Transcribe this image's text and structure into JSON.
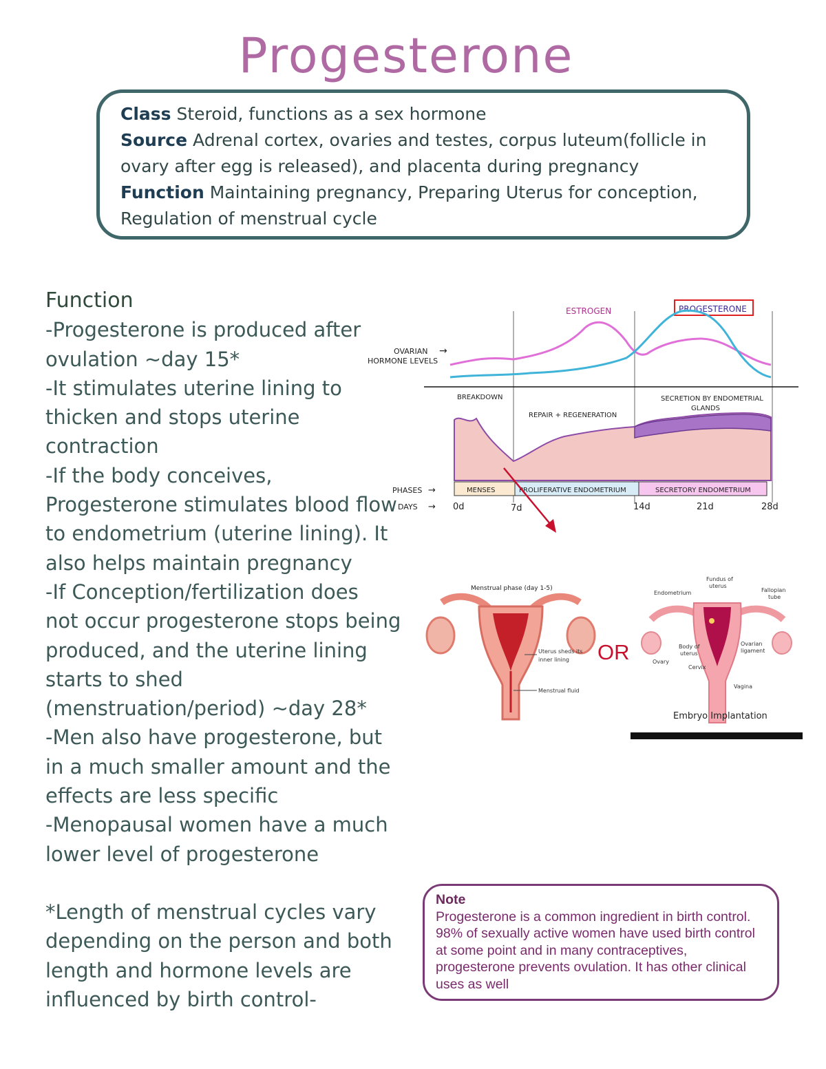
{
  "title": "Progesterone",
  "info": {
    "class_label": "Class",
    "class_text": " Steroid, functions as a sex hormone",
    "source_label": "Source",
    "source_text": " Adrenal cortex, ovaries and testes, corpus luteum(follicle in",
    "source_text2": "ovary after egg is released), and placenta during pregnancy",
    "function_label": "Function",
    "function_text": "  Maintaining pregnancy, Preparing Uterus for conception,",
    "function_text2": "Regulation of menstrual cycle"
  },
  "body": {
    "heading": "Function",
    "lines": [
      "-Progesterone is produced after",
      "ovulation ~day 15*",
      "-It stimulates uterine lining to",
      "thicken and stops uterine",
      "contraction",
      "-If the body conceives,",
      "Progesterone stimulates blood flow",
      "to endometrium (uterine lining). It",
      "also helps maintain pregnancy",
      "-If Conception/fertilization does",
      "not occur progesterone stops being",
      "produced, and the uterine lining",
      "starts to shed",
      "(menstruation/period) ~day 28*",
      "-Men also have progesterone, but",
      "in a much smaller amount and the",
      "effects are less specific",
      "-Menopausal women have a much",
      "lower level of progesterone"
    ],
    "footnote": [
      "*Length of menstrual cycles vary",
      "depending on the person and both",
      "length and hormone levels are",
      "influenced by birth control-"
    ]
  },
  "diagram": {
    "estrogen": "ESTROGEN",
    "progesterone": "PROGESTERONE",
    "ovarian": "OVARIAN",
    "hormone_levels": "HORMONE LEVELS",
    "breakdown": "BREAKDOWN",
    "repair": "REPAIR + REGENERATION",
    "secretion": "SECRETION BY ENDOMETRIAL",
    "glands": "GLANDS",
    "phases": "PHASES",
    "days": "DAYS",
    "menses": "MENSES",
    "proliferative": "PROLIFERATIVE ENDOMETRIUM",
    "secretory": "SECRETORY ENDOMETRIUM",
    "d0": "0d",
    "d7": "7d",
    "d14": "14d",
    "d21": "21d",
    "d28": "28d"
  },
  "uterus_left": {
    "title": "Menstrual phase (day 1-5)",
    "shed": "Uterus sheds its",
    "shed2": "inner lining",
    "fluid": "Menstrual fluid"
  },
  "or": "OR",
  "uterus_right": {
    "fundus": "Fundus of",
    "fundus2": "uterus",
    "endometrium": "Endometrium",
    "tube": "Fallopian",
    "tube2": "tube",
    "body": "Body of",
    "body2": "uterus",
    "ovary": "Ovary",
    "ligament": "Ovarian",
    "ligament2": "ligament",
    "cervix": "Cervix",
    "vagina": "Vagina",
    "caption": "Embryo Implantation"
  },
  "note": {
    "title": "Note",
    "text": "Progesterone is a common ingredient in birth control. 98% of sexually active women have used birth control at some point and in many contraceptives, progesterone prevents ovulation. It has other clinical uses as well"
  },
  "colors": {
    "title": "#b06aa3",
    "box_border": "#3f6668",
    "estrogen": "#e070d8",
    "progesterone": "#3fb3d8",
    "note": "#7a3a76",
    "or": "#c8102e"
  }
}
